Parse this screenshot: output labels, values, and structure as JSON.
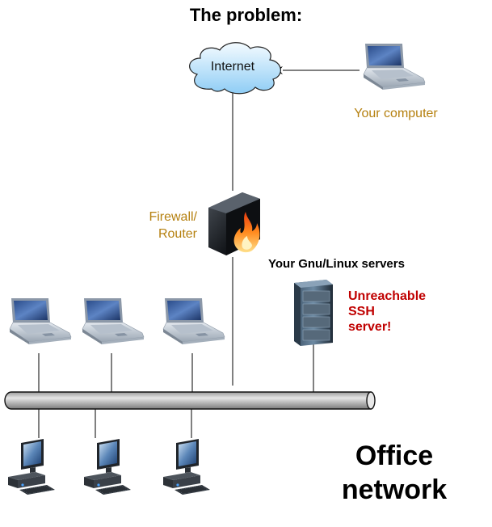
{
  "title": "The problem:",
  "nodes": {
    "internet": {
      "label": "Internet",
      "icon": "cloud-icon"
    },
    "your_computer": {
      "label": "Your computer",
      "icon": "laptop-icon"
    },
    "firewall": {
      "label_line1": "Firewall/",
      "label_line2": "Router",
      "icon": "firewall-icon"
    },
    "servers": {
      "heading": "Your Gnu/Linux servers",
      "icon": "server-rack-icon"
    },
    "ssh_warning": {
      "line1": "Unreachable",
      "line2": "SSH",
      "line3": "server!"
    },
    "office": {
      "line1": "Office",
      "line2": "network"
    }
  },
  "office_laptops": 3,
  "office_desktops": 3,
  "colors": {
    "label_gold": "#b5800f",
    "warning_red": "#c00000",
    "cloud_top": "#f4fbff",
    "cloud_bottom": "#8fcdf5"
  }
}
